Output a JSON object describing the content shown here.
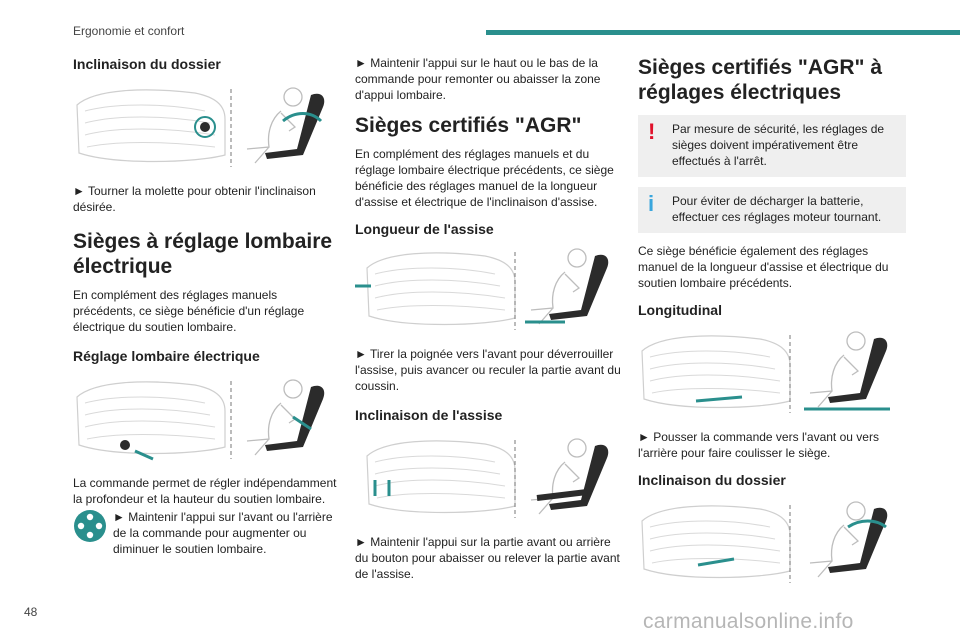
{
  "header": {
    "section": "Ergonomie et confort",
    "page_number": "48"
  },
  "watermark": "carmanualsonline.info",
  "colors": {
    "accent": "#2a8f8d",
    "warning": "#e0112b",
    "info": "#3aa6dd",
    "note_bg": "#efefef"
  },
  "col1": {
    "h_incl": "Inclinaison du dossier",
    "incl_text": "► Tourner la molette pour obtenir l'inclinaison désirée.",
    "h_lomb": "Sièges à réglage lombaire électrique",
    "lomb_text": "En complément des réglages manuels précédents, ce siège bénéficie d'un réglage électrique du soutien lombaire.",
    "h_rle": "Réglage lombaire électrique",
    "rle_text": "La commande permet de régler indépendamment la profondeur et la hauteur du soutien lombaire.",
    "rle_instr": "► Maintenir l'appui sur l'avant ou l'arrière de la commande pour augmenter ou diminuer le soutien lombaire."
  },
  "col2": {
    "top_instr": "► Maintenir l'appui sur le haut ou le bas de la commande pour remonter ou abaisser la zone d'appui lombaire.",
    "h_agr": "Sièges certifiés \"AGR\"",
    "agr_text": "En complément des réglages manuels et du réglage lombaire électrique précédents, ce siège bénéficie des réglages manuel de la longueur d'assise et électrique de l'inclinaison d'assise.",
    "h_long": "Longueur de l'assise",
    "long_instr": "► Tirer la poignée vers l'avant pour déverrouiller l'assise, puis avancer ou reculer la partie avant du coussin.",
    "h_incl_assise": "Inclinaison de l'assise",
    "incl_assise_instr": "► Maintenir l'appui sur la partie avant ou arrière du bouton pour abaisser ou relever la partie avant de l'assise."
  },
  "col3": {
    "h_agr_elec": "Sièges certifiés \"AGR\" à réglages électriques",
    "warn_text": "Par mesure de sécurité, les réglages de sièges doivent impérativement être effectués à l'arrêt.",
    "info_text": "Pour éviter de décharger la batterie, effectuer ces réglages moteur tournant.",
    "also_text": "Ce siège bénéficie également des réglages manuel de la longueur d'assise et électrique du soutien lombaire précédents.",
    "h_longit": "Longitudinal",
    "longit_instr": "► Pousser la commande vers l'avant ou vers l'arrière pour faire coulisser le siège.",
    "h_incl_dossier": "Inclinaison du dossier"
  }
}
